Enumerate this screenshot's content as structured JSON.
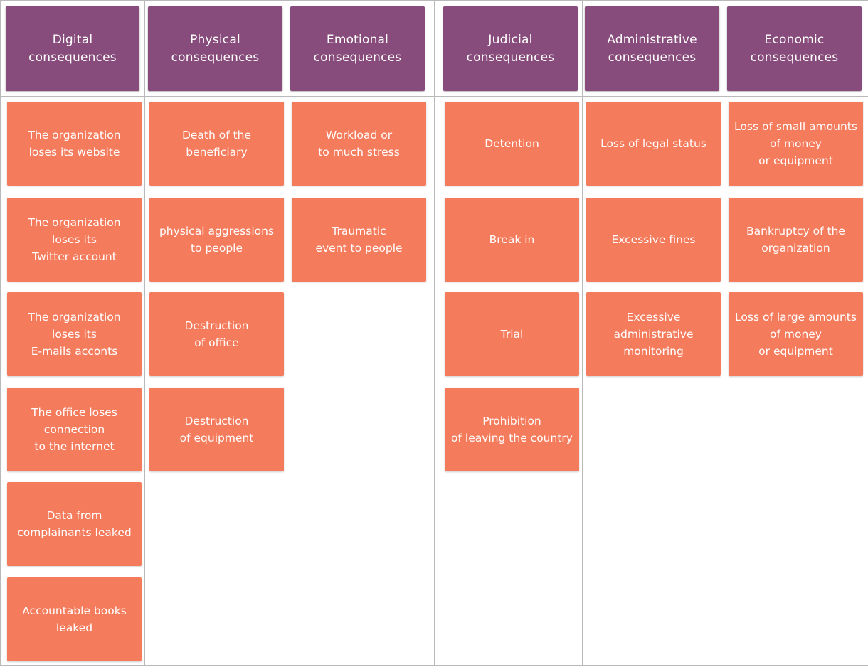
{
  "colors": {
    "header_bg": "#874c7b",
    "card_bg": "#f47b5c",
    "text": "#ffffff",
    "grid": "#b9b9b9"
  },
  "columns": [
    {
      "title": "Digital\nconsequences",
      "cards": [
        "The organization\nloses its website",
        "The organization\nloses its\nTwitter account",
        "The organization\nloses its\nE-mails acconts",
        "The office loses\nconnection\nto the internet",
        "Data from\ncomplainants leaked",
        "Accountable books\nleaked"
      ]
    },
    {
      "title": "Physical\nconsequences",
      "cards": [
        "Death of the\nbeneficiary",
        "physical aggressions\nto people",
        "Destruction\nof office",
        "Destruction\nof equipment"
      ]
    },
    {
      "title": "Emotional\nconsequences",
      "cards": [
        "Workload or\nto much stress",
        "Traumatic\nevent to people"
      ]
    },
    {
      "title": "Judicial\nconsequences",
      "cards": [
        "Detention",
        "Break in",
        "Trial",
        "Prohibition\nof leaving the country"
      ]
    },
    {
      "title": "Administrative\nconsequences",
      "cards": [
        "Loss of legal status",
        "Excessive fines",
        "Excessive\nadministrative\nmonitoring"
      ]
    },
    {
      "title": "Economic\nconsequences",
      "cards": [
        "Loss of small amounts\nof money\nor equipment",
        "Bankruptcy of the\norganization",
        "Loss of large amounts\nof money\nor equipment"
      ]
    }
  ]
}
